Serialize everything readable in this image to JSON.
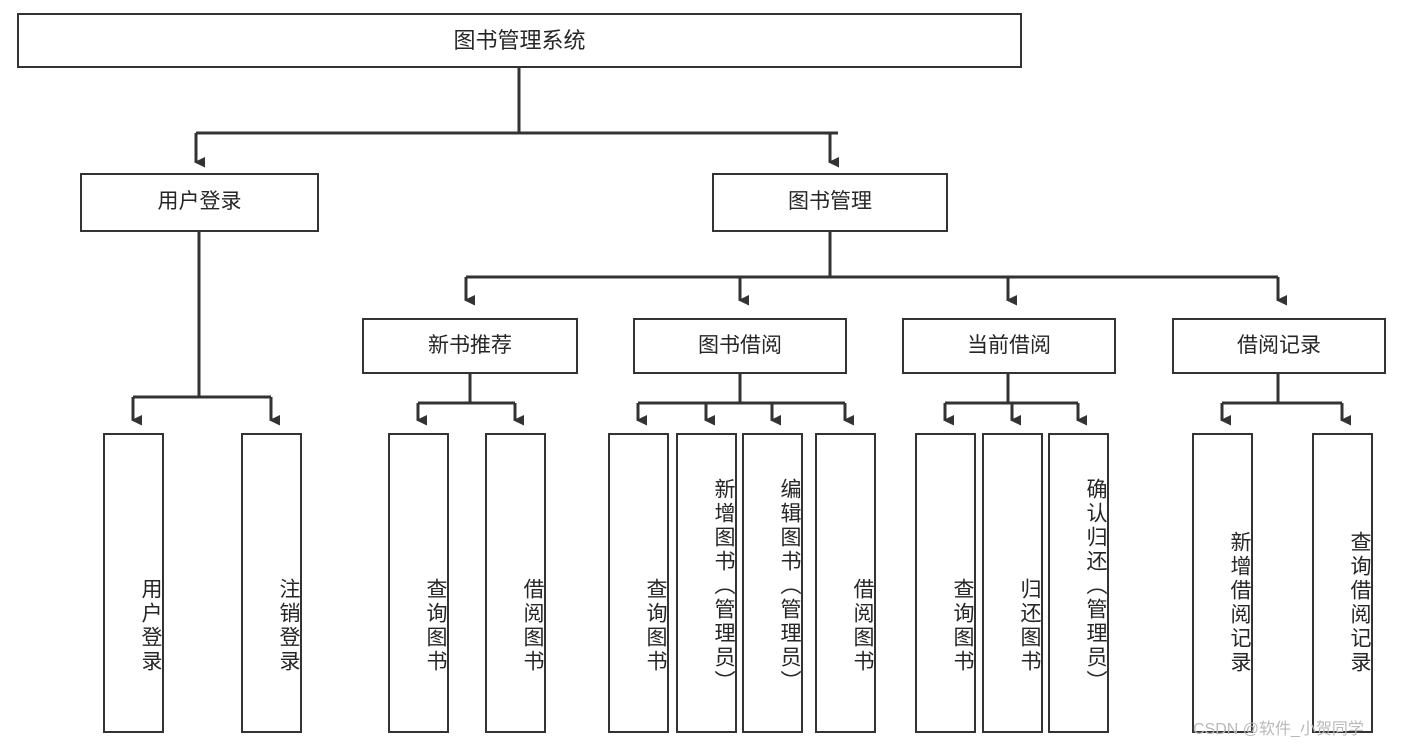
{
  "diagram": {
    "title": "图书管理系统",
    "watermark": "CSDN @软件_小贺同学",
    "colors": {
      "stroke": "#333333",
      "text": "#262626",
      "background": "#ffffff",
      "watermark": "#b9b9b9"
    },
    "levels": {
      "root": {
        "label": "图书管理系统"
      },
      "level2": [
        {
          "label": "用户登录"
        },
        {
          "label": "图书管理"
        }
      ],
      "level3": [
        {
          "label": "新书推荐"
        },
        {
          "label": "图书借阅"
        },
        {
          "label": "当前借阅"
        },
        {
          "label": "借阅记录"
        }
      ],
      "leaves": {
        "user_login": [
          {
            "label": "用户登录"
          },
          {
            "label": "注销登录"
          }
        ],
        "new_book_recommend": [
          {
            "label": "查询图书"
          },
          {
            "label": "借阅图书"
          }
        ],
        "book_borrow": [
          {
            "label": "查询图书"
          },
          {
            "label": "新增图书（管理员）"
          },
          {
            "label": "编辑图书（管理员）"
          },
          {
            "label": "借阅图书"
          }
        ],
        "current_borrow": [
          {
            "label": "查询图书"
          },
          {
            "label": "归还图书"
          },
          {
            "label": "确认归还（管理员）"
          }
        ],
        "borrow_record": [
          {
            "label": "新增借阅记录"
          },
          {
            "label": "查询借阅记录"
          }
        ]
      }
    }
  }
}
